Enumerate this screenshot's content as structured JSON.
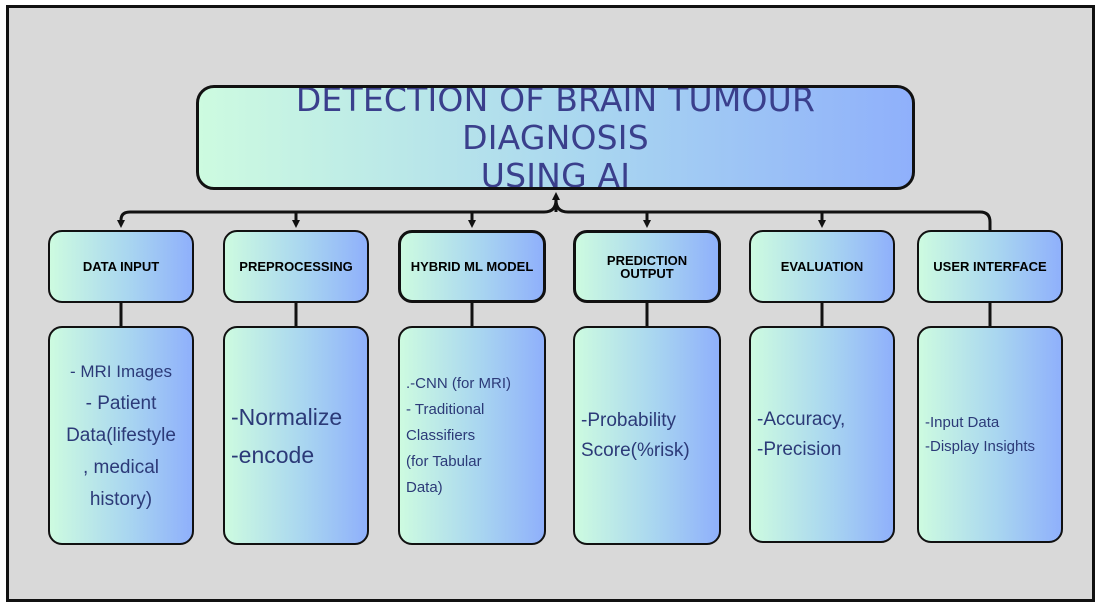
{
  "title": {
    "line1": "DETECTION OF BRAIN TUMOUR DIAGNOSIS",
    "line2": "USING AI"
  },
  "columns": [
    {
      "heading": "DATA INPUT",
      "body": [
        "- MRI Images",
        "- Patient",
        "Data(lifestyle",
        ",  medical",
        "history)"
      ]
    },
    {
      "heading": "PREPROCESSING",
      "body": [
        "-Normalize",
        "-encode"
      ]
    },
    {
      "heading": "HYBRID ML MODEL",
      "body": [
        ".-CNN (for MRI)",
        "- Traditional",
        "Classifiers",
        "(for Tabular",
        "Data)"
      ]
    },
    {
      "heading": "PREDICTION OUTPUT",
      "heading_lines": [
        "PREDICTION",
        "OUTPUT"
      ],
      "body": [
        "-Probability",
        "Score(%risk)"
      ]
    },
    {
      "heading": "EVALUATION",
      "body": [
        "-Accuracy,",
        "-Precision"
      ]
    },
    {
      "heading": "USER INTERFACE",
      "body": [
        "-Input Data",
        "-Display Insights"
      ]
    }
  ]
}
